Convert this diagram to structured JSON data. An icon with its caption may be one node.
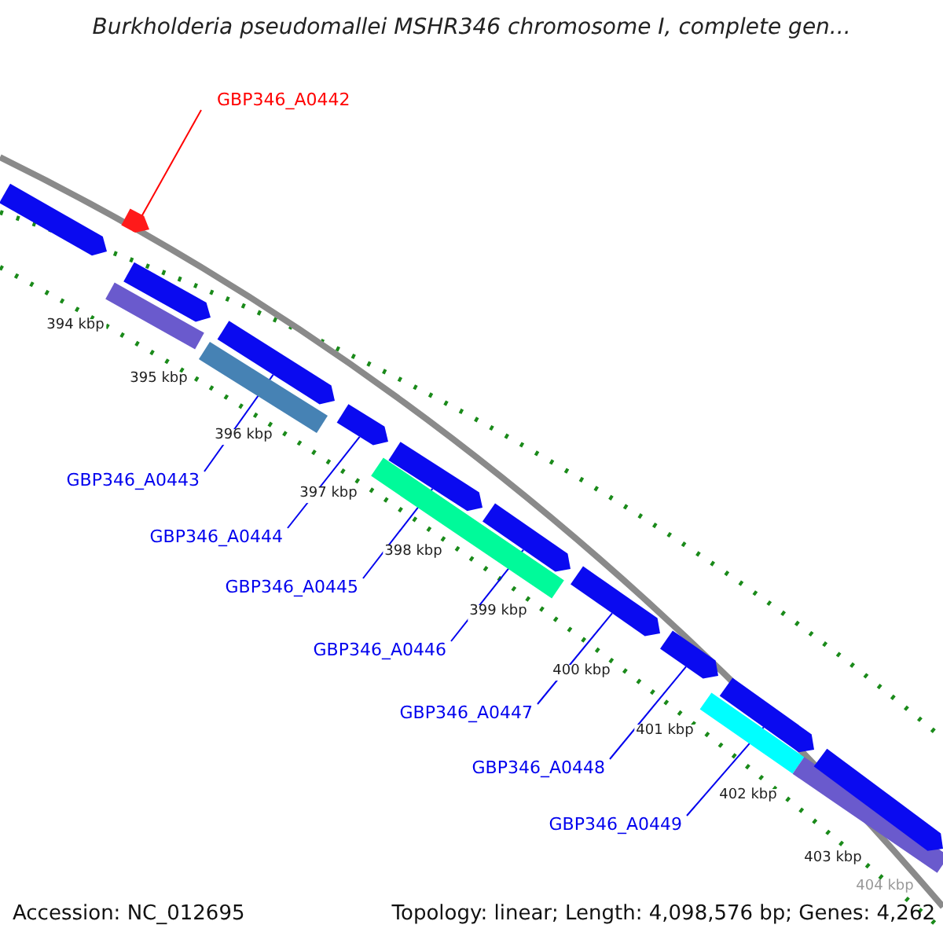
{
  "diagram": {
    "title": "Burkholderia pseudomallei MSHR346 chromosome I, complete gen...",
    "nodes": [
      {
        "text": [
          "GBP346_A0442"
        ]
      },
      {
        "text": [],
        "shape": "bar"
      },
      {
        "text": [
          "GBP346_A0443"
        ]
      },
      {
        "text": [
          "GBP346_A0444"
        ]
      },
      {
        "text": [
          "GBP346_A0445"
        ]
      },
      {
        "text": [
          "GBP346_A0446"
        ]
      },
      {
        "text": [
          "GBP346_A0447"
        ]
      },
      {
        "text": [
          "GBP346_A0448"
        ]
      },
      {
        "text": [
          "GBP346_A0449"
        ]
      },
      {
        "text": [],
        "shape": "bar"
      },
      {
        "text": [],
        "shape": "bar"
      },
      {
        "text": [],
        "shape": "bar"
      },
      {
        "text": [],
        "shape": "bar"
      },
      {
        "text": [],
        "shape": "bar"
      },
      {
        "text": [],
        "shape": "bar"
      },
      {
        "text": [],
        "shape": "bar"
      },
      {
        "text": [],
        "shape": "bar"
      },
      {
        "text": [],
        "shape": "bar"
      },
      {
        "text": [],
        "shape": "box"
      },
      {
        "text": [],
        "shape": "box"
      },
      {
        "text": [],
        "shape": "box"
      },
      {
        "text": [],
        "shape": "box"
      },
      {
        "text": [],
        "shape": "box"
      },
      {
        "text": [],
        "shape": "bar"
      }
    ],
    "edges": [
      {
        "from": 0,
        "to": 1,
        "arrow": "none",
        "color": "#ff0000"
      },
      {
        "from": 2,
        "to": 9,
        "arrow": "none"
      },
      {
        "from": 3,
        "to": 10,
        "arrow": "none"
      },
      {
        "from": 4,
        "to": 11,
        "arrow": "none"
      },
      {
        "from": 5,
        "to": 12,
        "arrow": "none"
      },
      {
        "from": 6,
        "to": 13,
        "arrow": "none"
      },
      {
        "from": 7,
        "to": 14,
        "arrow": "none"
      },
      {
        "from": 8,
        "to": 15,
        "arrow": "none"
      }
    ],
    "labels": [
      "394 kbp",
      "395 kbp",
      "396 kbp",
      "397 kbp",
      "398 kbp",
      "399 kbp",
      "400 kbp",
      "401 kbp",
      "402 kbp",
      "403 kbp",
      "404 kbp",
      "Accession: NC_012695",
      "Topology: linear; Length: 4,098,576 bp; Genes: 4,262"
    ]
  }
}
